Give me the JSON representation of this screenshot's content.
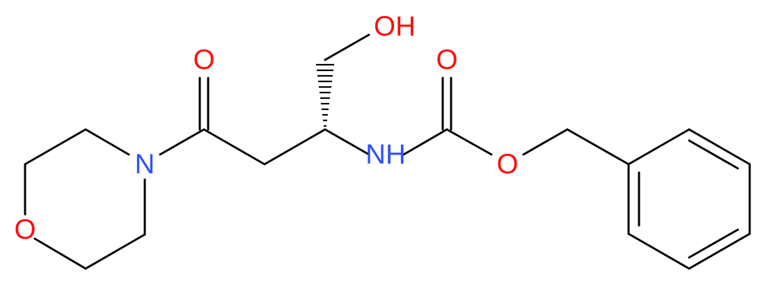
{
  "molecule": {
    "atoms": {
      "hydroxyl": {
        "label": "OH",
        "color": "#ff0d0d"
      },
      "ketone_oxygen": {
        "label": "O",
        "color": "#ff0d0d"
      },
      "morpholine_nitrogen": {
        "label": "N",
        "color": "#3050f8"
      },
      "morpholine_oxygen": {
        "label": "O",
        "color": "#ff0d0d"
      },
      "carbamate_nitrogen": {
        "label": "NH",
        "color": "#3050f8"
      },
      "carbonyl_oxygen": {
        "label": "O",
        "color": "#ff0d0d"
      },
      "ester_oxygen": {
        "label": "O",
        "color": "#ff0d0d"
      }
    },
    "bond_color": "#000000"
  }
}
